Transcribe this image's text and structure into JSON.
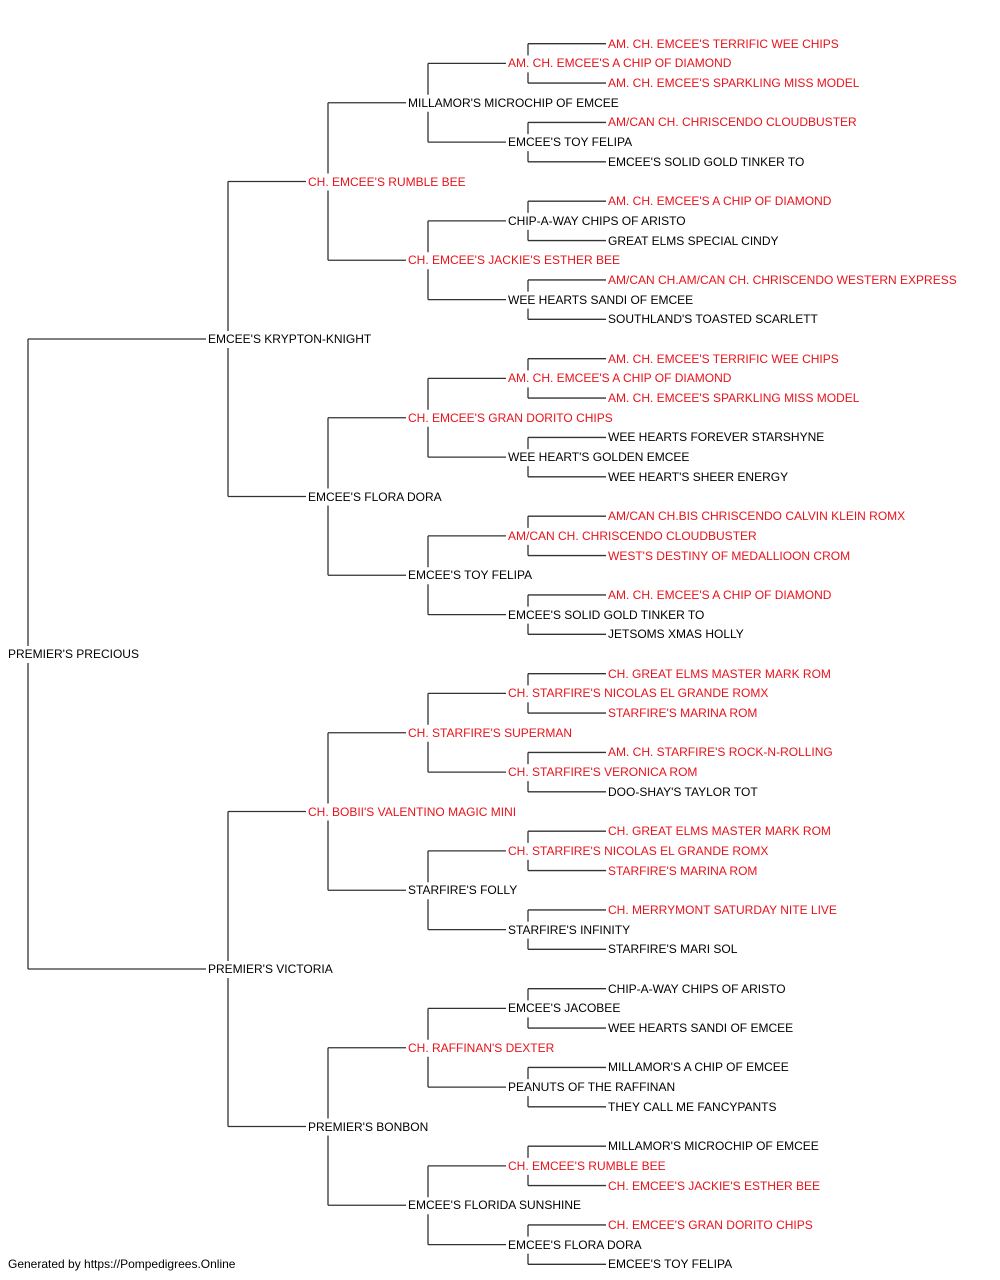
{
  "pedigree": {
    "name": "PREMIER'S PRECIOUS",
    "champion": false,
    "sire": {
      "name": "EMCEE'S KRYPTON-KNIGHT",
      "champion": false,
      "sire": {
        "name": "CH. EMCEE'S RUMBLE BEE",
        "champion": true,
        "sire": {
          "name": "MILLAMOR'S MICROCHIP OF EMCEE",
          "champion": false,
          "sire": {
            "name": "AM. CH. EMCEE'S A CHIP OF DIAMOND",
            "champion": true,
            "sire": {
              "name": "AM. CH. EMCEE'S TERRIFIC WEE CHIPS",
              "champion": true
            },
            "dam": {
              "name": "AM. CH. EMCEE'S SPARKLING MISS MODEL",
              "champion": true
            }
          },
          "dam": {
            "name": "EMCEE'S TOY FELIPA",
            "champion": false,
            "sire": {
              "name": "AM/CAN CH. CHRISCENDO CLOUDBUSTER",
              "champion": true
            },
            "dam": {
              "name": "EMCEE'S SOLID GOLD TINKER TO",
              "champion": false
            }
          }
        },
        "dam": {
          "name": "CH. EMCEE'S JACKIE'S ESTHER BEE",
          "champion": true,
          "sire": {
            "name": "CHIP-A-WAY CHIPS OF ARISTO",
            "champion": false,
            "sire": {
              "name": "AM. CH. EMCEE'S A CHIP OF DIAMOND",
              "champion": true
            },
            "dam": {
              "name": "GREAT ELMS SPECIAL CINDY",
              "champion": false
            }
          },
          "dam": {
            "name": "WEE HEARTS SANDI OF EMCEE",
            "champion": false,
            "sire": {
              "name": "AM/CAN CH.AM/CAN CH. CHRISCENDO WESTERN EXPRESS",
              "champion": true
            },
            "dam": {
              "name": "SOUTHLAND'S TOASTED SCARLETT",
              "champion": false
            }
          }
        }
      },
      "dam": {
        "name": "EMCEE'S FLORA DORA",
        "champion": false,
        "sire": {
          "name": "CH. EMCEE'S GRAN DORITO CHIPS",
          "champion": true,
          "sire": {
            "name": "AM. CH. EMCEE'S A CHIP OF DIAMOND",
            "champion": true,
            "sire": {
              "name": "AM. CH. EMCEE'S TERRIFIC WEE CHIPS",
              "champion": true
            },
            "dam": {
              "name": "AM. CH. EMCEE'S SPARKLING MISS MODEL",
              "champion": true
            }
          },
          "dam": {
            "name": "WEE HEART'S GOLDEN EMCEE",
            "champion": false,
            "sire": {
              "name": "WEE HEARTS FOREVER STARSHYNE",
              "champion": false
            },
            "dam": {
              "name": "WEE HEART'S SHEER ENERGY",
              "champion": false
            }
          }
        },
        "dam": {
          "name": "EMCEE'S TOY FELIPA",
          "champion": false,
          "sire": {
            "name": "AM/CAN CH. CHRISCENDO CLOUDBUSTER",
            "champion": true,
            "sire": {
              "name": "AM/CAN CH.BIS CHRISCENDO CALVIN KLEIN ROMX",
              "champion": true
            },
            "dam": {
              "name": "WEST'S DESTINY OF MEDALLIOON CROM",
              "champion": true
            }
          },
          "dam": {
            "name": "EMCEE'S SOLID GOLD TINKER TO",
            "champion": false,
            "sire": {
              "name": "AM. CH. EMCEE'S A CHIP OF DIAMOND",
              "champion": true
            },
            "dam": {
              "name": "JETSOMS XMAS HOLLY",
              "champion": false
            }
          }
        }
      }
    },
    "dam": {
      "name": "PREMIER'S VICTORIA",
      "champion": false,
      "sire": {
        "name": "CH. BOBII'S VALENTINO MAGIC MINI",
        "champion": true,
        "sire": {
          "name": "CH. STARFIRE'S SUPERMAN",
          "champion": true,
          "sire": {
            "name": "CH. STARFIRE'S NICOLAS EL GRANDE ROMX",
            "champion": true,
            "sire": {
              "name": "CH. GREAT ELMS MASTER MARK ROM",
              "champion": true
            },
            "dam": {
              "name": "STARFIRE'S MARINA ROM",
              "champion": true
            }
          },
          "dam": {
            "name": "CH. STARFIRE'S VERONICA ROM",
            "champion": true,
            "sire": {
              "name": "AM. CH. STARFIRE'S ROCK-N-ROLLING",
              "champion": true
            },
            "dam": {
              "name": "DOO-SHAY'S TAYLOR TOT",
              "champion": false
            }
          }
        },
        "dam": {
          "name": "STARFIRE'S FOLLY",
          "champion": false,
          "sire": {
            "name": "CH. STARFIRE'S NICOLAS EL GRANDE ROMX",
            "champion": true,
            "sire": {
              "name": "CH. GREAT ELMS MASTER MARK ROM",
              "champion": true
            },
            "dam": {
              "name": "STARFIRE'S MARINA ROM",
              "champion": true
            }
          },
          "dam": {
            "name": "STARFIRE'S INFINITY",
            "champion": false,
            "sire": {
              "name": "CH. MERRYMONT SATURDAY NITE LIVE",
              "champion": true
            },
            "dam": {
              "name": "STARFIRE'S MARI SOL",
              "champion": false
            }
          }
        }
      },
      "dam": {
        "name": "PREMIER'S BONBON",
        "champion": false,
        "sire": {
          "name": "CH. RAFFINAN'S DEXTER",
          "champion": true,
          "sire": {
            "name": "EMCEE'S JACOBEE",
            "champion": false,
            "sire": {
              "name": "CHIP-A-WAY CHIPS OF ARISTO",
              "champion": false
            },
            "dam": {
              "name": "WEE HEARTS SANDI OF EMCEE",
              "champion": false
            }
          },
          "dam": {
            "name": "PEANUTS OF THE RAFFINAN",
            "champion": false,
            "sire": {
              "name": "MILLAMOR'S A CHIP OF EMCEE",
              "champion": false
            },
            "dam": {
              "name": "THEY CALL ME FANCYPANTS",
              "champion": false
            }
          }
        },
        "dam": {
          "name": "EMCEE'S FLORIDA SUNSHINE",
          "champion": false,
          "sire": {
            "name": "CH. EMCEE'S RUMBLE BEE",
            "champion": true,
            "sire": {
              "name": "MILLAMOR'S MICROCHIP OF EMCEE",
              "champion": false
            },
            "dam": {
              "name": "CH. EMCEE'S JACKIE'S ESTHER BEE",
              "champion": true
            }
          },
          "dam": {
            "name": "EMCEE'S FLORA DORA",
            "champion": false,
            "sire": {
              "name": "CH. EMCEE'S GRAN DORITO CHIPS",
              "champion": true
            },
            "dam": {
              "name": "EMCEE'S TOY FELIPA",
              "champion": false
            }
          }
        }
      }
    }
  },
  "footer": "Generated by https://Pompedigrees.Online",
  "colors": {
    "champion": "#e8121b",
    "normal": "#000000",
    "line": "#333333"
  }
}
